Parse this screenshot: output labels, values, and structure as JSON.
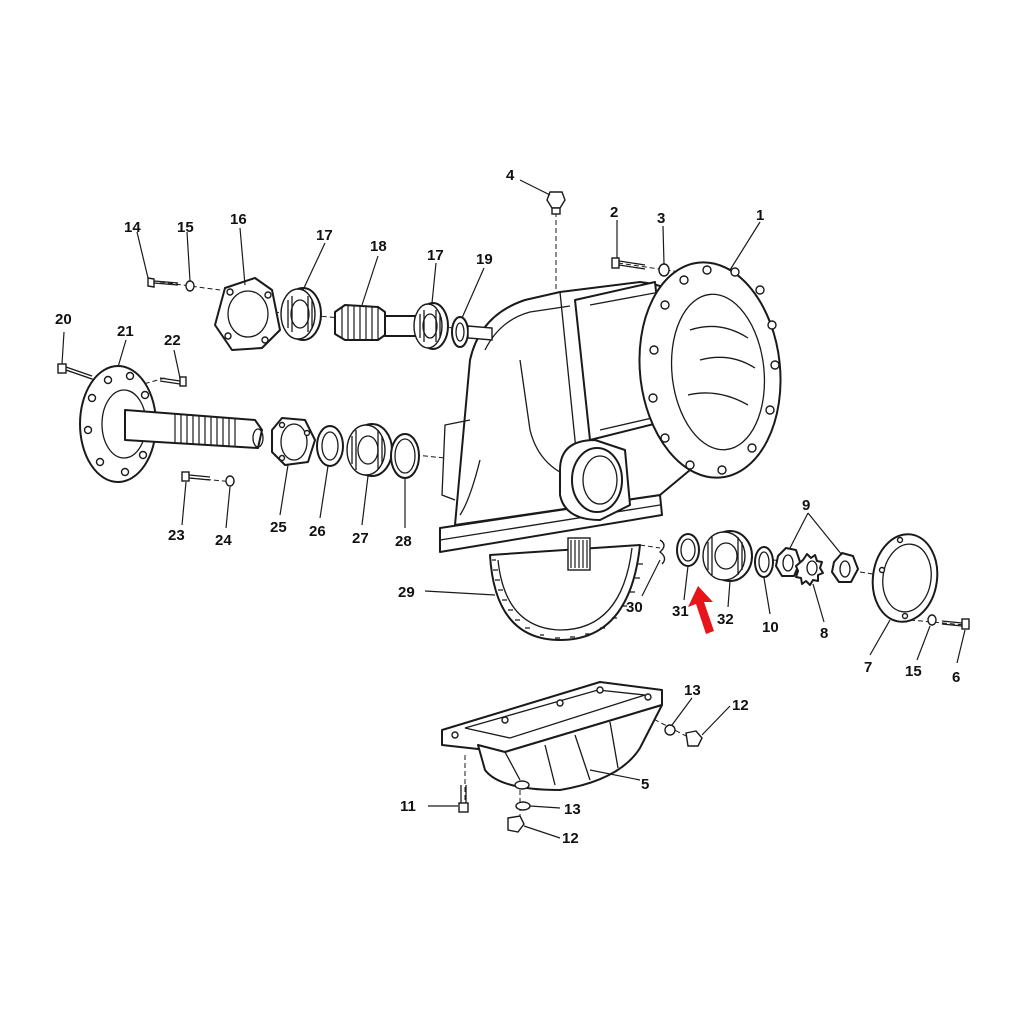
{
  "colors": {
    "ink": "#1a1a1a",
    "background": "#ffffff",
    "highlight_arrow": "#e8141b"
  },
  "highlight": {
    "icon": "up-right-arrow-icon",
    "points_to": "31"
  },
  "callouts": [
    {
      "id": "c1",
      "label": "1"
    },
    {
      "id": "c2",
      "label": "2"
    },
    {
      "id": "c3",
      "label": "3"
    },
    {
      "id": "c4",
      "label": "4"
    },
    {
      "id": "c5",
      "label": "5"
    },
    {
      "id": "c6",
      "label": "6"
    },
    {
      "id": "c7",
      "label": "7"
    },
    {
      "id": "c8",
      "label": "8"
    },
    {
      "id": "c9",
      "label": "9"
    },
    {
      "id": "c10",
      "label": "10"
    },
    {
      "id": "c11",
      "label": "11"
    },
    {
      "id": "c12a",
      "label": "12"
    },
    {
      "id": "c12b",
      "label": "12"
    },
    {
      "id": "c13a",
      "label": "13"
    },
    {
      "id": "c13b",
      "label": "13"
    },
    {
      "id": "c14",
      "label": "14"
    },
    {
      "id": "c15a",
      "label": "15"
    },
    {
      "id": "c15b",
      "label": "15"
    },
    {
      "id": "c16",
      "label": "16"
    },
    {
      "id": "c17a",
      "label": "17"
    },
    {
      "id": "c17b",
      "label": "17"
    },
    {
      "id": "c18",
      "label": "18"
    },
    {
      "id": "c19",
      "label": "19"
    },
    {
      "id": "c20",
      "label": "20"
    },
    {
      "id": "c21",
      "label": "21"
    },
    {
      "id": "c22",
      "label": "22"
    },
    {
      "id": "c23",
      "label": "23"
    },
    {
      "id": "c24",
      "label": "24"
    },
    {
      "id": "c25",
      "label": "25"
    },
    {
      "id": "c26",
      "label": "26"
    },
    {
      "id": "c27",
      "label": "27"
    },
    {
      "id": "c28",
      "label": "28"
    },
    {
      "id": "c29",
      "label": "29"
    },
    {
      "id": "c30",
      "label": "30"
    },
    {
      "id": "c31",
      "label": "31"
    },
    {
      "id": "c32",
      "label": "32"
    }
  ]
}
